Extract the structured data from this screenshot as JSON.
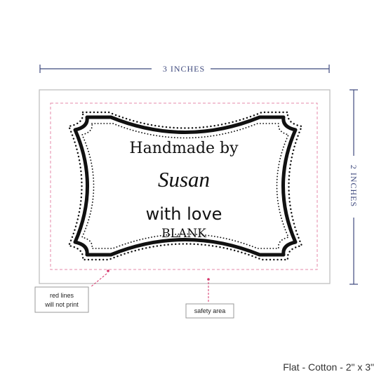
{
  "dimensions": {
    "width_label": "3 INCHES",
    "height_label": "2 INCHES"
  },
  "label": {
    "line1": "Handmade by",
    "line2": "Susan",
    "line3": "with love",
    "line4": "BLANK"
  },
  "callouts": {
    "red_lines_line1": "red lines",
    "red_lines_line2": "will not print",
    "safety_area": "safety area"
  },
  "footer": {
    "product": "Flat - Cotton - 2\" x 3\""
  },
  "colors": {
    "dimension_line": "#3f4a7e",
    "safety_line": "#e58aa8",
    "callout_dot": "#d6356b",
    "frame": "#111111",
    "card_border": "#bbbbbb"
  }
}
